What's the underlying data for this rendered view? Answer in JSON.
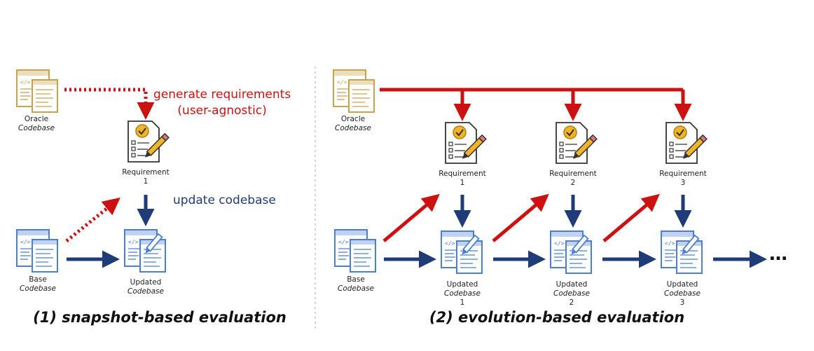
{
  "left_panel": {
    "caption": "(1) snapshot-based evaluation",
    "oracle": {
      "line1": "Oracle",
      "line2": "Codebase"
    },
    "base": {
      "line1": "Base",
      "line2": "Codebase"
    },
    "requirement": {
      "line1": "Requirement",
      "num": "1"
    },
    "updated": {
      "line1": "Updated",
      "line2": "Codebase"
    },
    "annotation_generate_line1": "generate requirements",
    "annotation_generate_line2": "(user-agnostic)",
    "annotation_update": "update codebase"
  },
  "right_panel": {
    "caption": "(2) evolution-based evaluation",
    "oracle": {
      "line1": "Oracle",
      "line2": "Codebase"
    },
    "base": {
      "line1": "Base",
      "line2": "Codebase"
    },
    "requirements": [
      {
        "line1": "Requirement",
        "num": "1"
      },
      {
        "line1": "Requirement",
        "num": "2"
      },
      {
        "line1": "Requirement",
        "num": "3"
      }
    ],
    "updated": [
      {
        "line1": "Updated",
        "line2": "Codebase",
        "num": "1"
      },
      {
        "line1": "Updated",
        "line2": "Codebase",
        "num": "2"
      },
      {
        "line1": "Updated",
        "line2": "Codebase",
        "num": "3"
      }
    ],
    "ellipsis": "…"
  },
  "colors": {
    "red": "#cc1111",
    "navy": "#1f3b78",
    "oracle_gold": "#c9a24a",
    "code_blue": "#4a7fd4",
    "req_gold": "#f0b429"
  },
  "icons": {
    "oracle": "code-document-icon",
    "base": "code-document-icon",
    "requirement": "checklist-pencil-icon",
    "updated": "code-document-pencil-icon"
  }
}
